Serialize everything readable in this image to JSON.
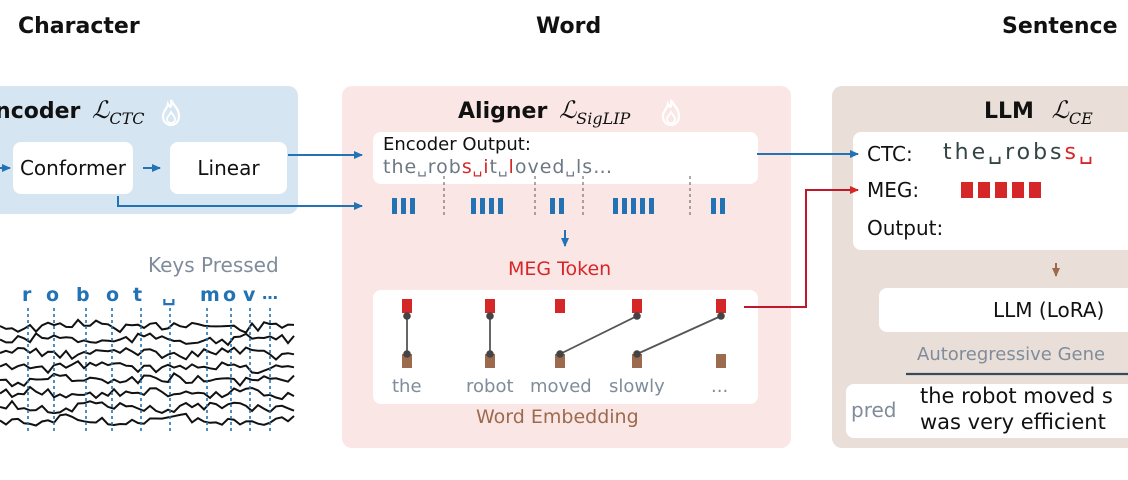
{
  "sections": {
    "character": "Character",
    "word": "Word",
    "sentence": "Sentence"
  },
  "encoder": {
    "title": "Encoder",
    "loss_script": "ℒ",
    "loss_sub": "CTC",
    "conformer": "Conformer",
    "linear": "Linear"
  },
  "keys": {
    "label": "Keys Pressed",
    "letters": [
      "r",
      "o",
      "b",
      "o",
      "t",
      "␣",
      "m",
      "o",
      "v",
      "…"
    ]
  },
  "aligner": {
    "title": "Aligner",
    "loss_script": "ℒ",
    "loss_sub": "SigLIP",
    "encoder_output_label": "Encoder Output:",
    "encoder_output_chars": [
      {
        "c": "t",
        "red": false
      },
      {
        "c": "h",
        "red": false
      },
      {
        "c": "e",
        "red": false
      },
      {
        "c": "␣",
        "red": false
      },
      {
        "c": "r",
        "red": false
      },
      {
        "c": "o",
        "red": false
      },
      {
        "c": "b",
        "red": false
      },
      {
        "c": "s",
        "red": true
      },
      {
        "c": "␣",
        "red": true
      },
      {
        "c": "i",
        "red": true
      },
      {
        "c": "t",
        "red": false
      },
      {
        "c": "␣",
        "red": false
      },
      {
        "c": "l",
        "red": true
      },
      {
        "c": "o",
        "red": false
      },
      {
        "c": "v",
        "red": false
      },
      {
        "c": "e",
        "red": false
      },
      {
        "c": "d",
        "red": false
      },
      {
        "c": "␣",
        "red": false
      },
      {
        "c": "l",
        "red": false
      },
      {
        "c": "s",
        "red": false
      },
      {
        "c": "…",
        "red": false
      }
    ],
    "meg_token_label": "MEG Token",
    "words": [
      "the",
      "robot",
      "moved",
      "slowly",
      "..."
    ],
    "word_embedding_label": "Word Embedding"
  },
  "llm": {
    "title": "LLM",
    "loss_script": "ℒ",
    "loss_sub": "CE",
    "ctc_label": "CTC:",
    "ctc_text": "the␣robs",
    "ctc_red": "s␣",
    "meg_label": "MEG:",
    "output_label": "Output:",
    "lora": "LLM (LoRA)",
    "autoregressive": "Autoregressive Gene",
    "pred_label": "pred",
    "pred_line1": "the robot moved s",
    "pred_line2": "was very efficient"
  },
  "colors": {
    "blue": "#2272b4",
    "red": "#d62728",
    "brown": "#9c6b4e",
    "gray": "#7f8c9b",
    "encoder_panel": "#d6e5f2",
    "aligner_panel": "#fbe6e6",
    "llm_panel": "#eadfd8"
  }
}
